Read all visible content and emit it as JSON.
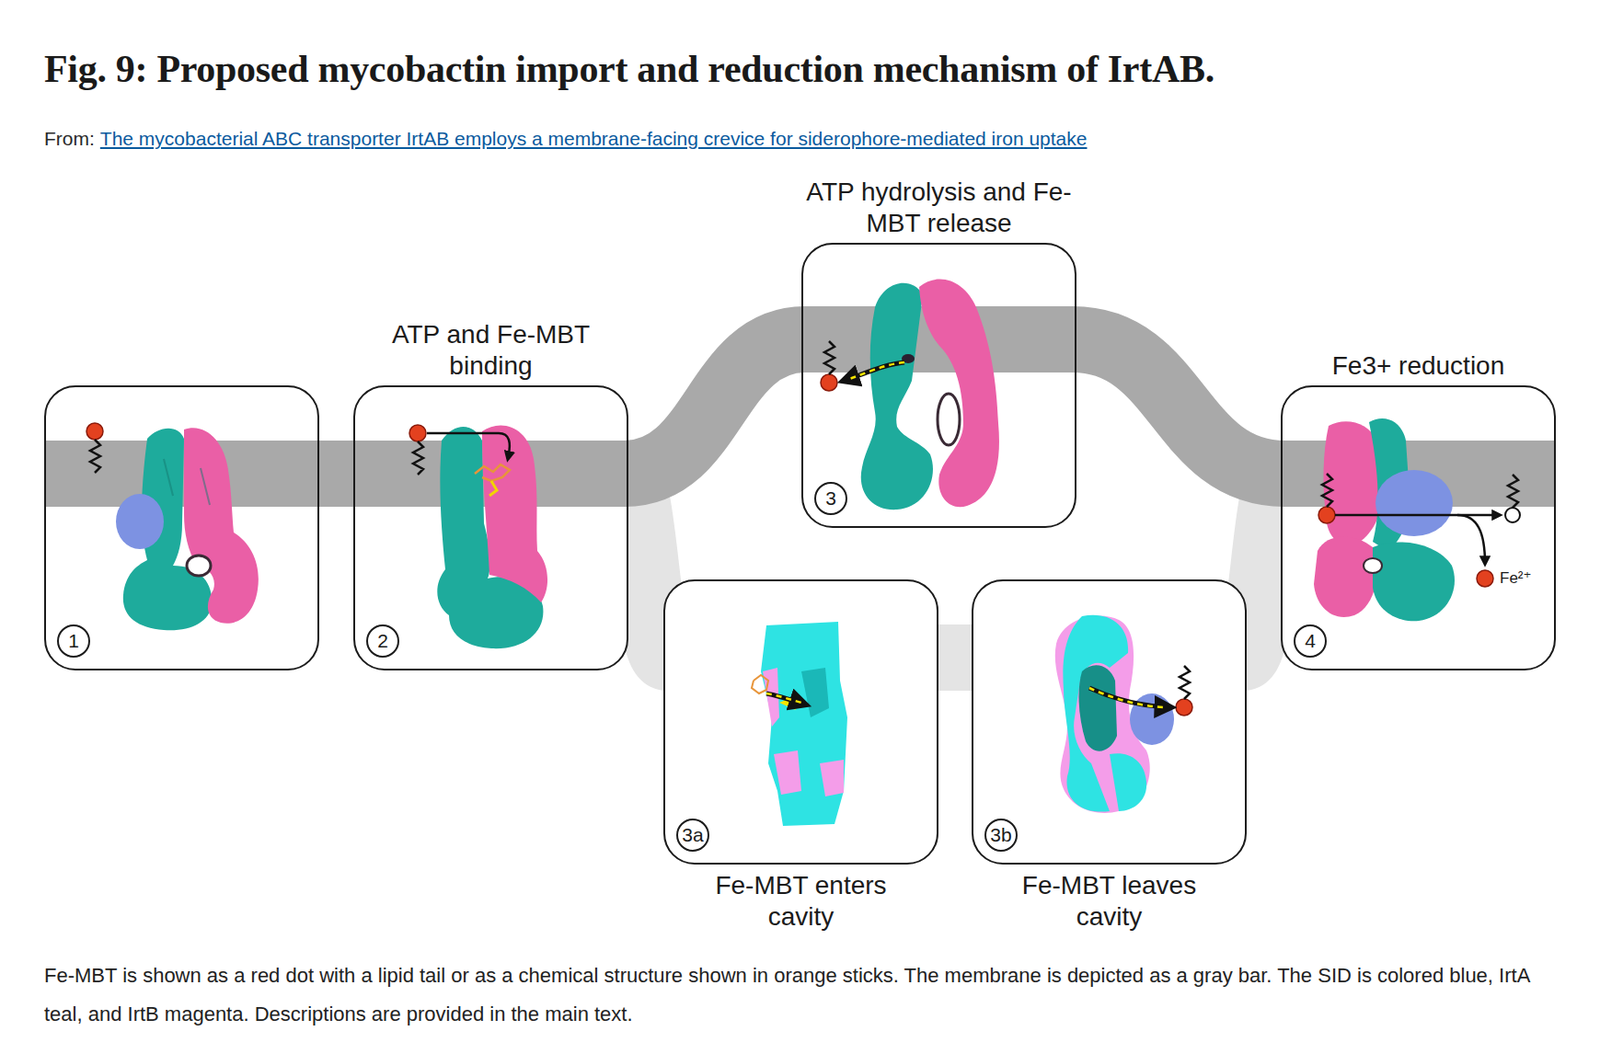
{
  "diagram": {
    "title": "Fig. 9: Proposed mycobactin import and reduction mechanism of IrtAB.",
    "caption": "Fe-MBT is shown as a red dot with a lipid tail or as a chemical structure shown in orange sticks. The membrane is depicted as a gray bar. The SID is colored blue, IrtA teal, and IrtB magenta. Descriptions are provided in the main text.",
    "nodes": [
      {
        "text": [
          "1"
        ]
      },
      {
        "text": [
          "ATP and Fe-MBT binding",
          "2"
        ]
      },
      {
        "text": [
          "ATP hydrolysis and Fe-MBT release",
          "3"
        ]
      },
      {
        "text": [
          "3a",
          "Fe-MBT enters cavity"
        ]
      },
      {
        "text": [
          "3b",
          "Fe-MBT leaves cavity"
        ]
      },
      {
        "text": [
          "Fe3+ reduction",
          "4"
        ]
      }
    ],
    "edges": [
      {
        "from": 0,
        "to": 1,
        "arrow": "none"
      },
      {
        "from": 1,
        "to": 3,
        "arrow": "none"
      },
      {
        "from": 3,
        "to": 4,
        "arrow": "none"
      },
      {
        "from": 4,
        "to": 5,
        "arrow": "none"
      },
      {
        "from": 1,
        "to": 2,
        "arrow": "none"
      },
      {
        "from": 2,
        "to": 5,
        "arrow": "none"
      }
    ],
    "labels": [
      "From:",
      "The mycobacterial ABC transporter IrtAB employs a membrane-facing crevice for siderophore-mediated iron uptake",
      "Fe²⁺"
    ]
  }
}
